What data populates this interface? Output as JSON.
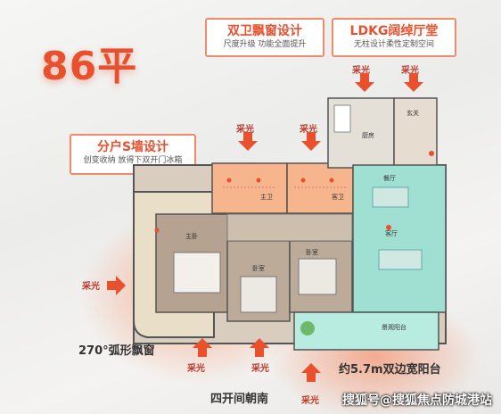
{
  "title": "86平",
  "callouts": {
    "double_bath": {
      "heading": "双卫飘窗设计",
      "sub": "尺度升级  功能全面提升"
    },
    "ldkg": {
      "heading": "LDKG阔绰厅堂",
      "sub": "无柱设计柔性定制空间"
    },
    "s_wall": {
      "heading": "分户S墙设计",
      "sub": "创变收纳  放得下双开门冰箱"
    }
  },
  "light_label": "采光",
  "bottom": {
    "bay_window": "270°弧形飘窗",
    "south": "四开间朝南",
    "balcony": "约5.7m双边宽阳台"
  },
  "rooms": {
    "master_bath": "主卫",
    "guest_bath": "客卫",
    "kitchen": "厨房",
    "entry": "玄关",
    "living": "客厅",
    "dining": "餐厅",
    "master_bed": "主卧",
    "bed2": "卧室",
    "bed3": "卧室",
    "balcony": "景观阳台"
  },
  "watermark": "搜狐号@搜狐焦点防城港站",
  "colors": {
    "accent": "#e8502e",
    "teal": "#9fe0d3",
    "orange": "#f6b58c"
  }
}
